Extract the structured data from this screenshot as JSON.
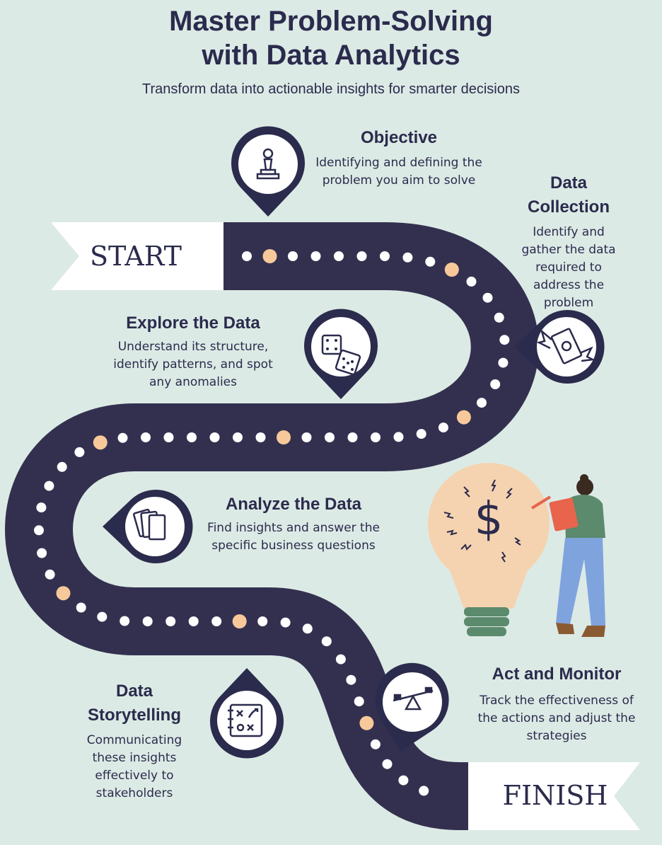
{
  "header": {
    "title_line1": "Master Problem-Solving",
    "title_line2": "with Data Analytics",
    "subtitle": "Transform data into actionable insights for smarter decisions"
  },
  "road": {
    "start_label": "START",
    "finish_label": "FINISH"
  },
  "steps": [
    {
      "title": "Objective",
      "description": "Identifying and defining the problem you aim to solve",
      "icon": "chess-pawn-icon"
    },
    {
      "title": "Data Collection",
      "description": "Identify and gather the data required to address the problem",
      "icon": "flying-money-icon"
    },
    {
      "title": "Explore the Data",
      "description": "Understand its structure, identify patterns, and spot any anomalies",
      "icon": "dice-icon"
    },
    {
      "title": "Analyze the Data",
      "description": "Find insights and answer the specific business questions",
      "icon": "cards-icon"
    },
    {
      "title": "Act and Monitor",
      "description": "Track the effectiveness of the actions and adjust the strategies",
      "icon": "seesaw-icon"
    },
    {
      "title": "Data Storytelling",
      "description": "Communicating these insights effectively to stakeholders",
      "icon": "strategy-board-icon"
    }
  ],
  "illustration": {
    "symbol": "$",
    "icon": "lightbulb-person-icon"
  },
  "colors": {
    "background": "#dceae5",
    "road": "#33304f",
    "dot": "#ffffff",
    "milestone_dot": "#f7c99a",
    "text": "#2b2b4d",
    "bulb": "#f5d3b0",
    "bulb_base": "#5b8a6c"
  }
}
